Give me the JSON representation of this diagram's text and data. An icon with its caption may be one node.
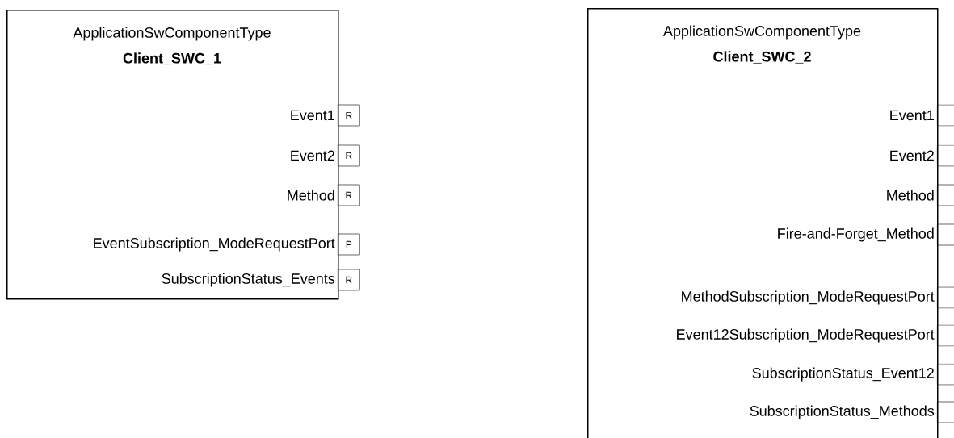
{
  "diagram": {
    "nodes": [
      {
        "text": [
          "ApplicationSwComponentType",
          "Client_SWC_1"
        ]
      },
      {
        "text": [
          "R"
        ],
        "beside": [
          "Event1"
        ]
      },
      {
        "text": [
          "R"
        ],
        "beside": [
          "Event2"
        ]
      },
      {
        "text": [
          "R"
        ],
        "beside": [
          "Method"
        ]
      },
      {
        "text": [
          "P"
        ],
        "beside": [
          "EventSubscription_ModeRequestPort"
        ]
      },
      {
        "text": [
          "R"
        ],
        "beside": [
          "SubscriptionStatus_Events"
        ]
      },
      {
        "text": [
          "ApplicationSwComponentType",
          "Client_SWC_2"
        ]
      },
      {
        "text": [],
        "shape": "box",
        "beside": [
          "Event1"
        ]
      },
      {
        "text": [],
        "shape": "box",
        "beside": [
          "Event2"
        ]
      },
      {
        "text": [],
        "shape": "box",
        "beside": [
          "Method"
        ]
      },
      {
        "text": [],
        "shape": "box",
        "beside": [
          "Fire-and-Forget_Method"
        ]
      },
      {
        "text": [],
        "shape": "box",
        "beside": [
          "MethodSubscription_ModeRequestPort"
        ]
      },
      {
        "text": [],
        "shape": "box",
        "beside": [
          "Event12Subscription_ModeRequestPort"
        ]
      },
      {
        "text": [],
        "shape": "box",
        "beside": [
          "SubscriptionStatus_Event12"
        ]
      },
      {
        "text": [],
        "shape": "box",
        "beside": [
          "SubscriptionStatus_Methods"
        ]
      }
    ]
  }
}
